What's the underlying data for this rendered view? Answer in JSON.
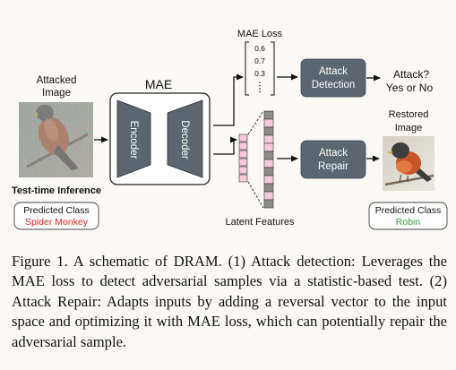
{
  "diagram": {
    "attacked_image_label": [
      "Attacked",
      "Image"
    ],
    "test_time_label": "Test-time Inference",
    "predicted_left": {
      "label": "Predicted Class",
      "value": "Spider Monkey",
      "value_color": "#e0241b"
    },
    "mae_title": "MAE",
    "encoder_label": "Encoder",
    "decoder_label": "Decoder",
    "mae_loss_title": "MAE Loss",
    "mae_loss_values": [
      "0.6",
      "0.7",
      "0.3"
    ],
    "attack_detection_label": [
      "Attack",
      "Detection"
    ],
    "attack_question": [
      "Attack?",
      "Yes or No"
    ],
    "attack_repair_label": [
      "Attack",
      "Repair"
    ],
    "restored_image_label": [
      "Restored",
      "Image"
    ],
    "latent_features_label": "Latent Features",
    "predicted_right": {
      "label": "Predicted Class",
      "value": "Robin",
      "value_color": "#3aa235"
    },
    "colors": {
      "block_fill": "#5b6670",
      "latent_pink": "#f5c8dc",
      "latent_gray": "#8c8c8c"
    }
  },
  "caption": "Figure 1. A schematic of DRAM. (1) Attack detection: Leverages the MAE loss to detect adversarial samples via a statistic-based test. (2) Attack Repair: Adapts inputs by adding a reversal vector to the input space and optimizing it with MAE loss, which can potentially repair the adversarial sample."
}
